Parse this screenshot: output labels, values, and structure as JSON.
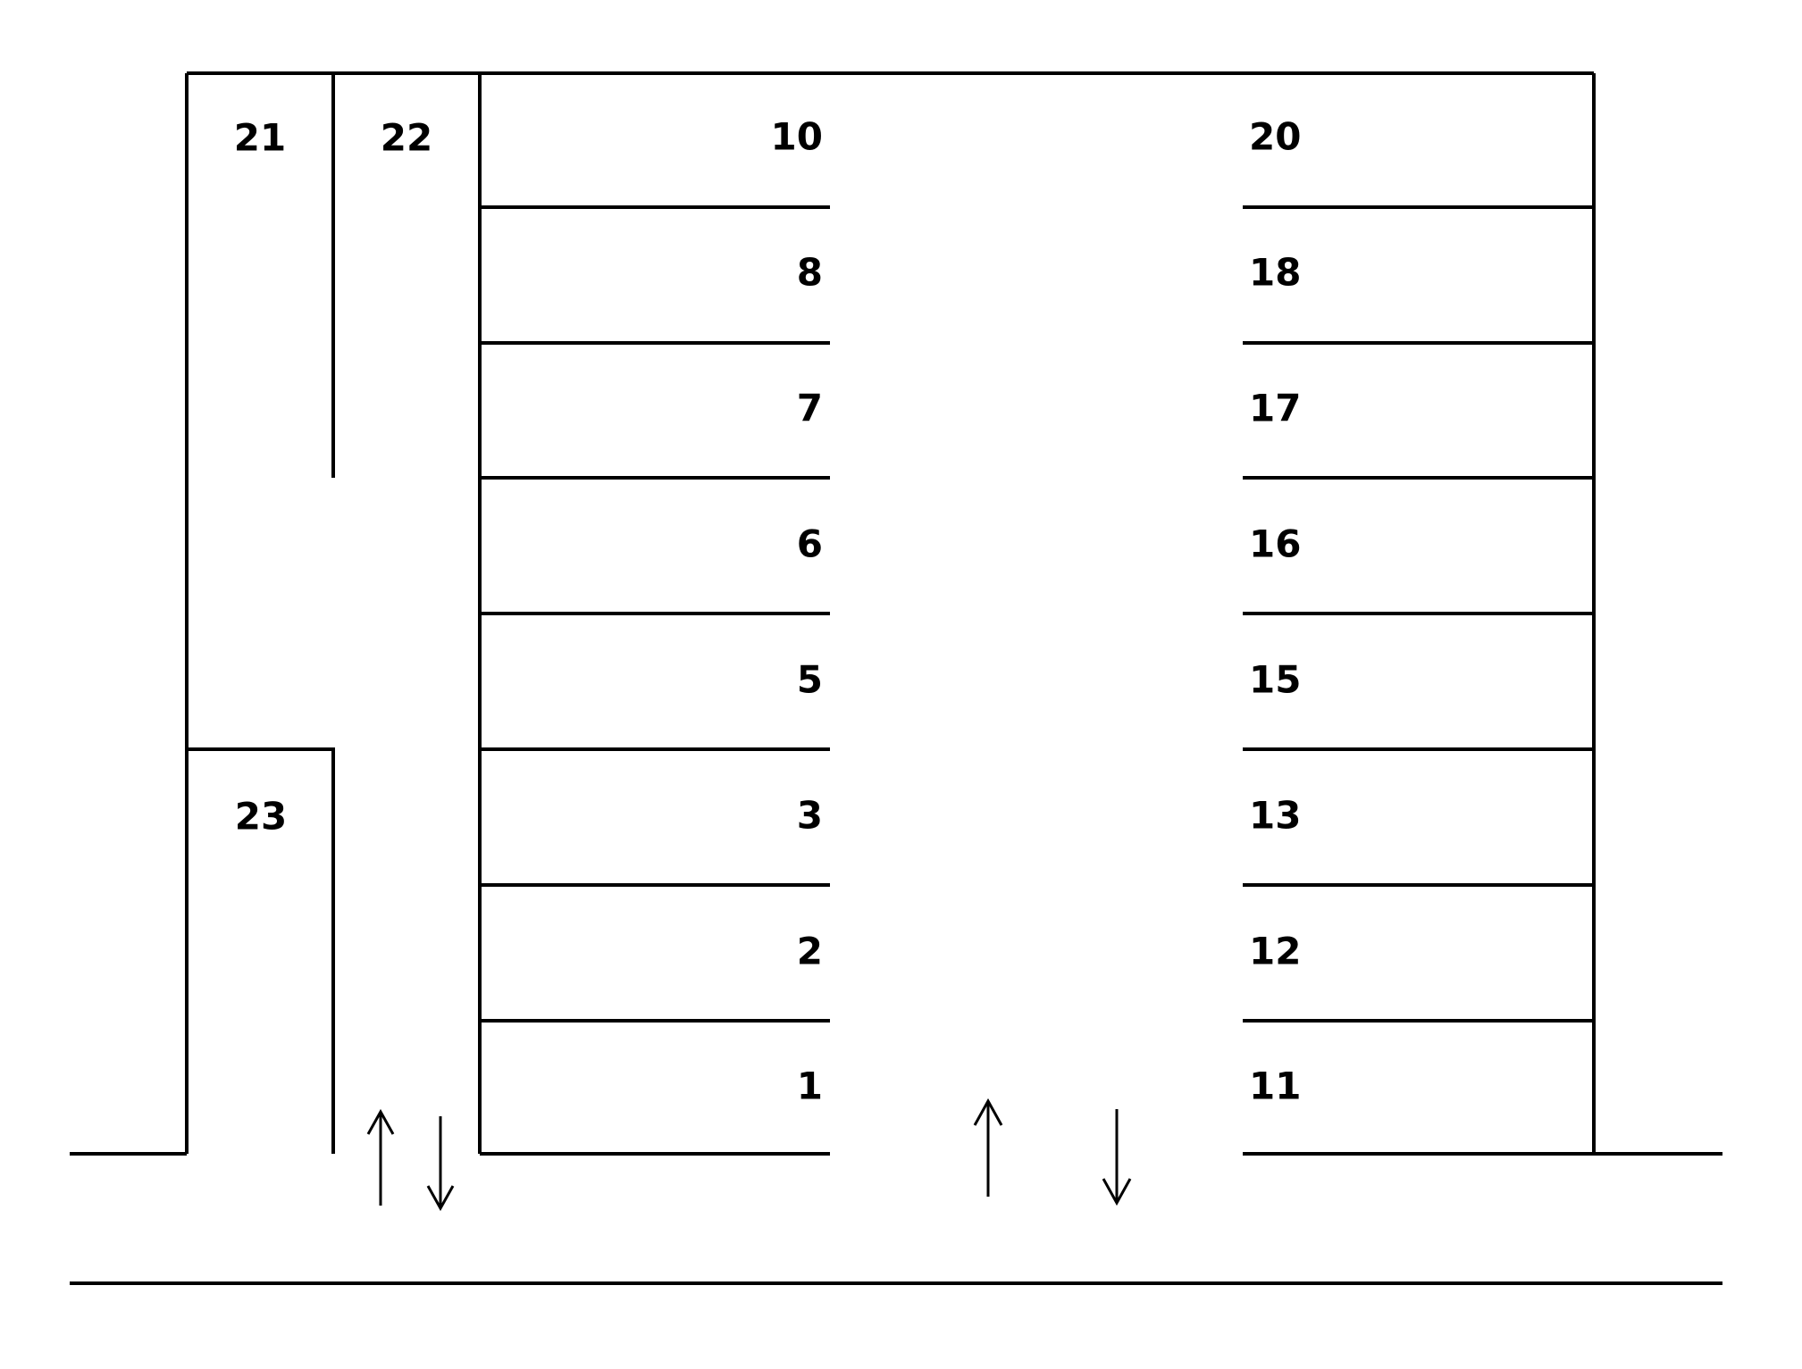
{
  "diagram": {
    "type": "parking-lot-layout",
    "line_color": "#000000",
    "background": "#ffffff",
    "spaces": {
      "left_column_top": [
        {
          "number": "21"
        },
        {
          "number": "22"
        }
      ],
      "left_column_bottom": [
        {
          "number": "23"
        }
      ],
      "center_left_row": [
        {
          "number": "10"
        },
        {
          "number": "8"
        },
        {
          "number": "7"
        },
        {
          "number": "6"
        },
        {
          "number": "5"
        },
        {
          "number": "3"
        },
        {
          "number": "2"
        },
        {
          "number": "1"
        }
      ],
      "right_row": [
        {
          "number": "20"
        },
        {
          "number": "18"
        },
        {
          "number": "17"
        },
        {
          "number": "16"
        },
        {
          "number": "15"
        },
        {
          "number": "13"
        },
        {
          "number": "12"
        },
        {
          "number": "11"
        }
      ]
    },
    "traffic_arrows": [
      {
        "id": "left-entrance-in",
        "direction": "up"
      },
      {
        "id": "left-entrance-out",
        "direction": "down"
      },
      {
        "id": "main-entrance-in",
        "direction": "up"
      },
      {
        "id": "main-entrance-out",
        "direction": "down"
      }
    ]
  }
}
